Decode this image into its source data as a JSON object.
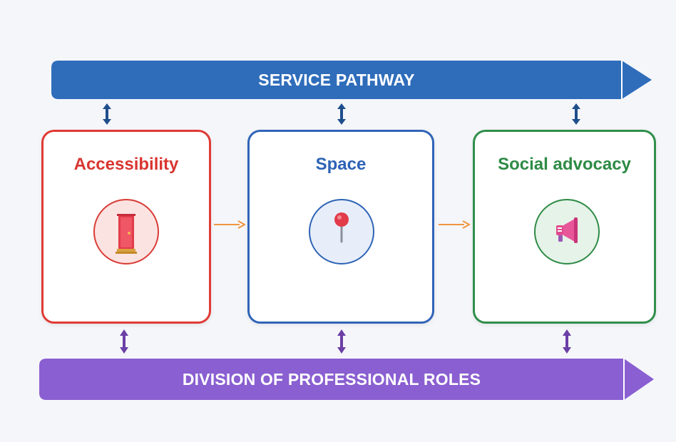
{
  "diagram": {
    "top_band": {
      "label": "SERVICE PATHWAY",
      "color": "#2f6dbb"
    },
    "bottom_band": {
      "label": "DIVISION OF PROFESSIONAL ROLES",
      "color": "#8a5fd1"
    },
    "cards": [
      {
        "title": "Accessibility",
        "icon": "door-icon",
        "color": "#d93530"
      },
      {
        "title": "Space",
        "icon": "pushpin-icon",
        "color": "#2d63b5"
      },
      {
        "title": "Social advocacy",
        "icon": "megaphone-icon",
        "color": "#2e8a45"
      }
    ],
    "connectors": {
      "top_arrow_color": "#1f4e8c",
      "bottom_arrow_color": "#6b3fa6",
      "flow_arrow_color": "#f0953f"
    }
  }
}
